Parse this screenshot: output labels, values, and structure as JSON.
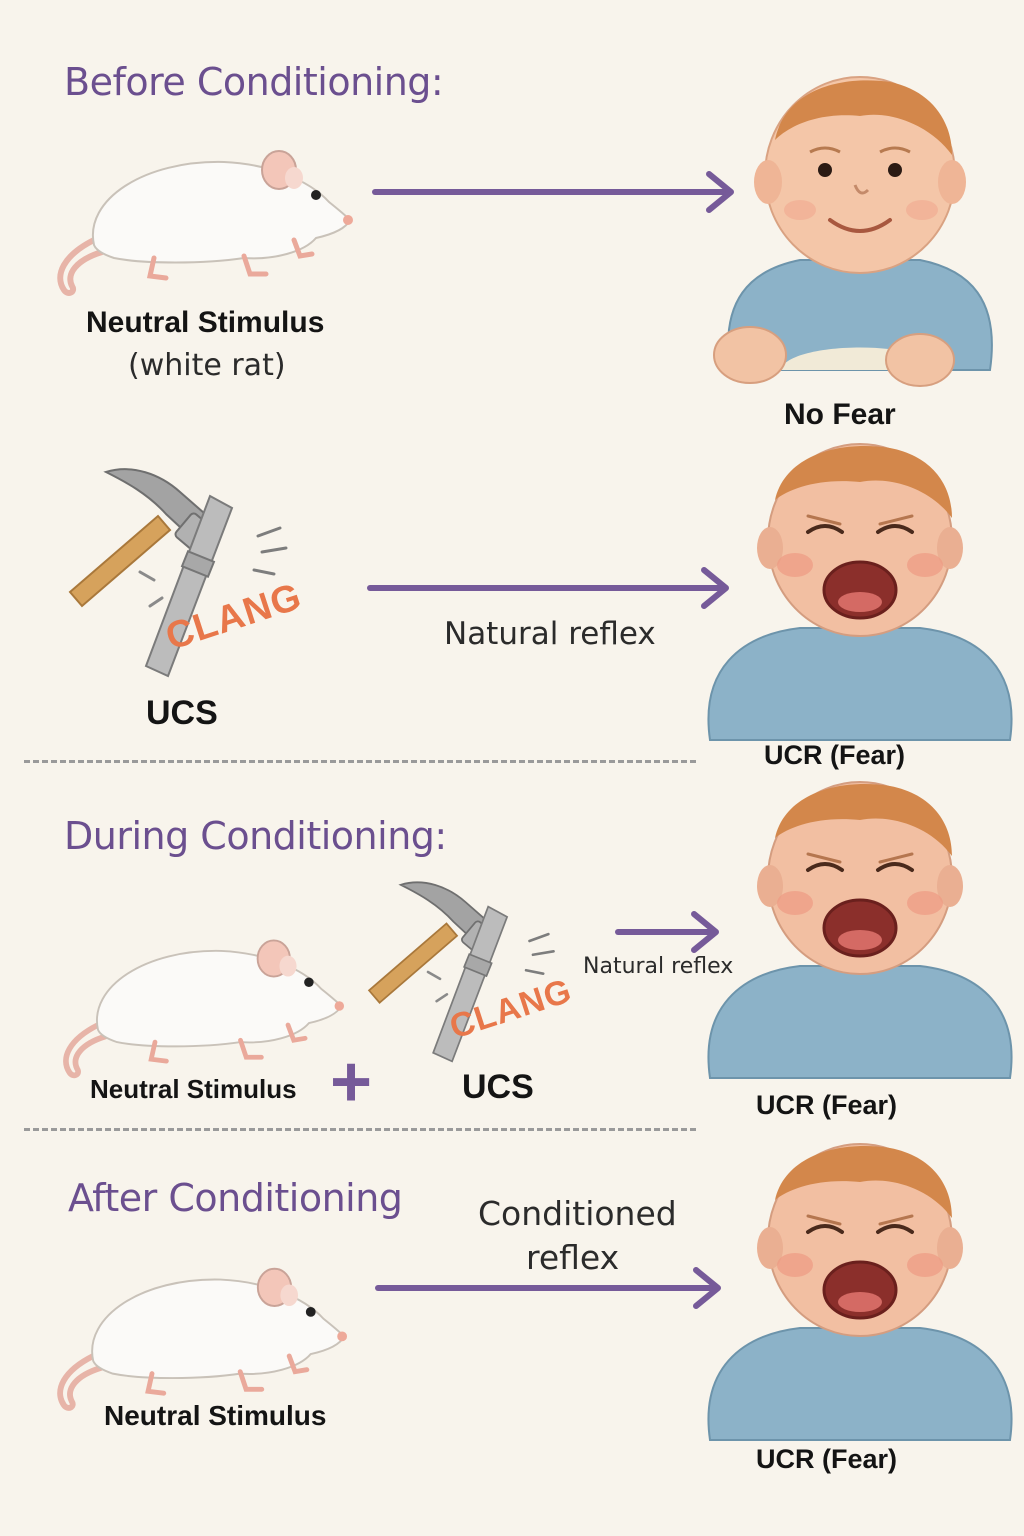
{
  "colors": {
    "heading": "#6b4f8f",
    "arrow": "#765a99",
    "background": "#f8f4ec",
    "clang": "#e8774a",
    "shirt": "#8cb2c8"
  },
  "before": {
    "heading": "Before Conditioning:",
    "rat_label": "Neutral Stimulus",
    "rat_sublabel": "(white rat)",
    "baby_label": "No Fear",
    "ucs_label": "UCS",
    "clang_text": "CLANG",
    "arrow_label": "Natural reflex",
    "ucr_label": "UCR (Fear)"
  },
  "during": {
    "heading": "During Conditioning:",
    "rat_label": "Neutral Stimulus",
    "plus": "+",
    "ucs_label": "UCS",
    "clang_text": "CLANG",
    "arrow_label": "Natural reflex",
    "ucr_label": "UCR (Fear)"
  },
  "after": {
    "heading": "After Conditioning",
    "rat_label": "Neutral Stimulus",
    "arrow_label_line1": "Conditioned",
    "arrow_label_line2": "reflex",
    "ucr_label": "UCR (Fear)"
  },
  "icons": [
    "white-rat-icon",
    "hammer-icon",
    "steel-bar-icon",
    "calm-baby-icon",
    "crying-baby-icon",
    "arrow-right-icon"
  ]
}
